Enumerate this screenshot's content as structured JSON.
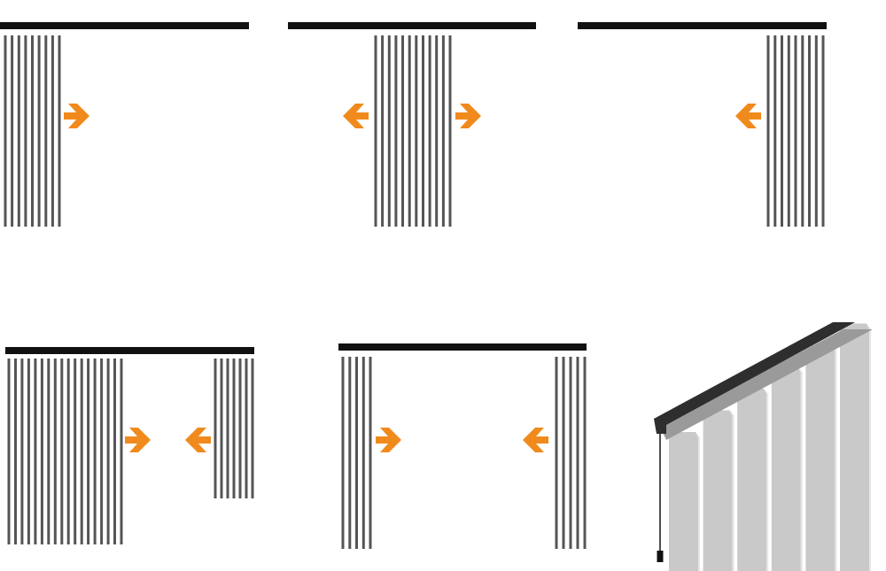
{
  "colors": {
    "rail": "#111111",
    "slat": "#555555",
    "arrow": "#f08a1c",
    "slat3d": "#c9c9c9",
    "rail3d": "#2e2e2e",
    "rail3d_under": "#9a9a9a"
  },
  "panels": [
    {
      "name": "left-stack-opening-right",
      "stacks": [
        {
          "count": 9
        }
      ],
      "arrows": [
        "right"
      ]
    },
    {
      "name": "center-stack-opening-both",
      "stacks": [
        {
          "count": 12
        }
      ],
      "arrows": [
        "left",
        "right"
      ]
    },
    {
      "name": "right-stack-opening-left",
      "stacks": [
        {
          "count": 9
        }
      ],
      "arrows": [
        "left"
      ]
    },
    {
      "name": "uneven-split-closing-center",
      "stacks": [
        {
          "count": 18
        },
        {
          "count": 7
        }
      ],
      "arrows": [
        "right",
        "left"
      ]
    },
    {
      "name": "split-stack-closing-center",
      "stacks": [
        {
          "count": 5
        },
        {
          "count": 5
        }
      ],
      "arrows": [
        "right",
        "left"
      ]
    }
  ],
  "perspective": {
    "slat_count": 6
  }
}
